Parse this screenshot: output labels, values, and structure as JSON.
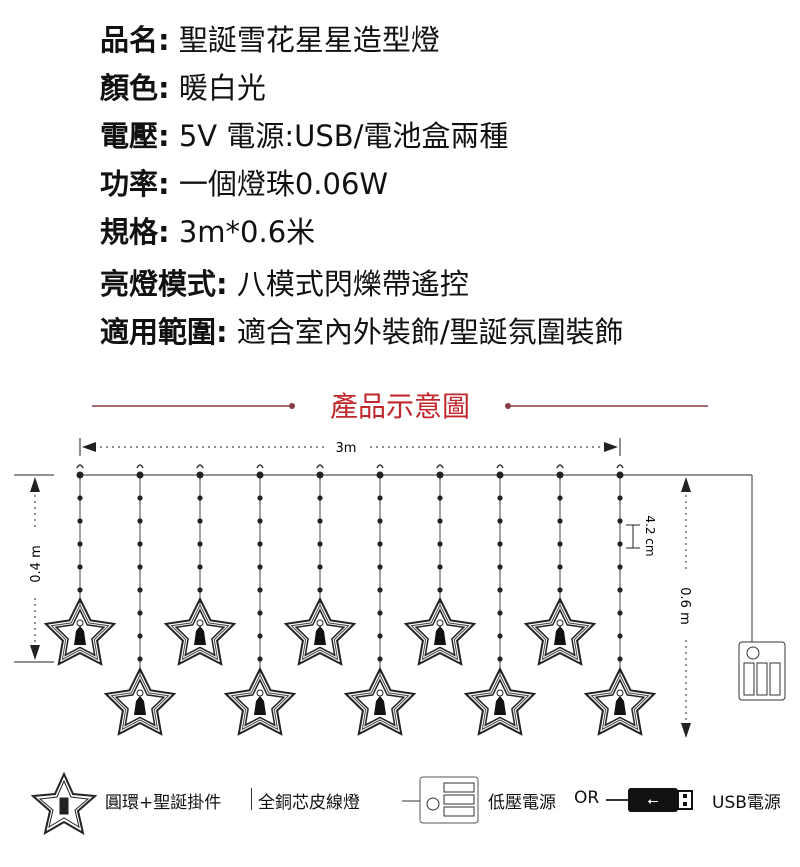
{
  "specs": [
    {
      "label": "品名:",
      "value": "聖誕雪花星星造型燈"
    },
    {
      "label": "顏色:",
      "value": "暖白光"
    },
    {
      "label": "電壓:",
      "value": "5V 電源:USB/電池盒兩種"
    },
    {
      "label": "功率:",
      "value": "一個燈珠0.06W"
    },
    {
      "label": "規格:",
      "value": "3m*0.6米"
    },
    {
      "label": "亮燈模式:",
      "value": "八模式閃爍帶遙控"
    },
    {
      "label": "適用範圍:",
      "value": "適合室內外裝飾/聖誕氛圍裝飾"
    }
  ],
  "diagram": {
    "title": "產品示意圖",
    "title_color": "#c0282d",
    "width_label": "3m",
    "short_drop_label": "0.4 m",
    "long_drop_label": "0.6 m",
    "spacing_label": "4.2 cm"
  },
  "legend": {
    "ornament": "圓環+聖誕掛件",
    "wire": "全銅芯皮線燈",
    "battery": "低壓電源",
    "or": "OR",
    "usb": "USB電源"
  }
}
